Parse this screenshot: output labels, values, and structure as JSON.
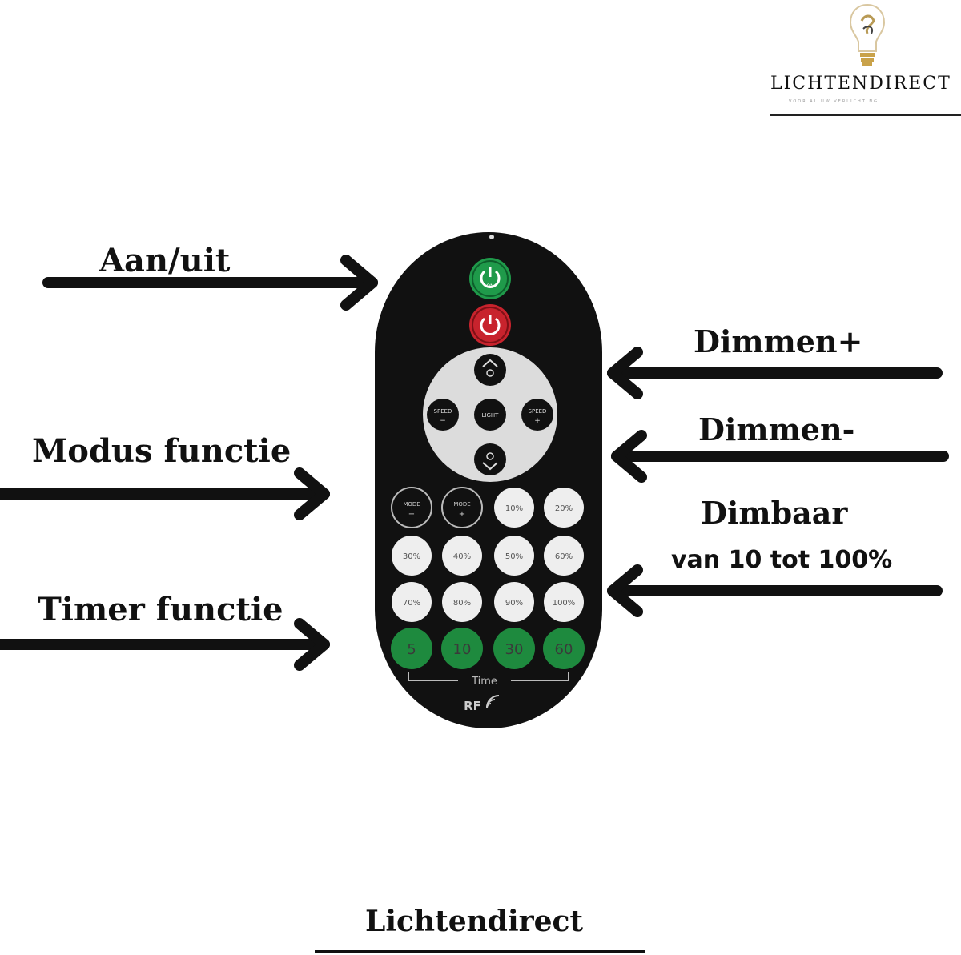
{
  "brand": {
    "logo_icon": "lightbulb-icon",
    "name": "LICHTENDIRECT",
    "tagline": "VOOR AL UW VERLICHTING"
  },
  "annotations": {
    "power": "Aan/uit",
    "mode": "Modus functie",
    "timer": "Timer functie",
    "dim_up": "Dimmen+",
    "dim_down": "Dimmen-",
    "dimmable": "Dimbaar",
    "dimmable_range": "van 10 tot 100%"
  },
  "remote": {
    "on_label": "ON",
    "speed_label": "SPEED",
    "light_label": "LIGHT",
    "mode_label": "MODE",
    "minus": "−",
    "plus": "+",
    "percent_buttons": [
      "10%",
      "20%",
      "30%",
      "40%",
      "50%",
      "60%",
      "70%",
      "80%",
      "90%",
      "100%"
    ],
    "timer_buttons": [
      "5",
      "10",
      "30",
      "60"
    ],
    "timer_caption": "Time",
    "rf_label": "RF"
  },
  "colors": {
    "remote_body": "#111111",
    "power_on": "#1f9a4a",
    "power_off": "#c8232d",
    "timer_green": "#1e8a3e",
    "button_white": "#eeeeee"
  },
  "footer": {
    "text": "Lichtendirect"
  }
}
